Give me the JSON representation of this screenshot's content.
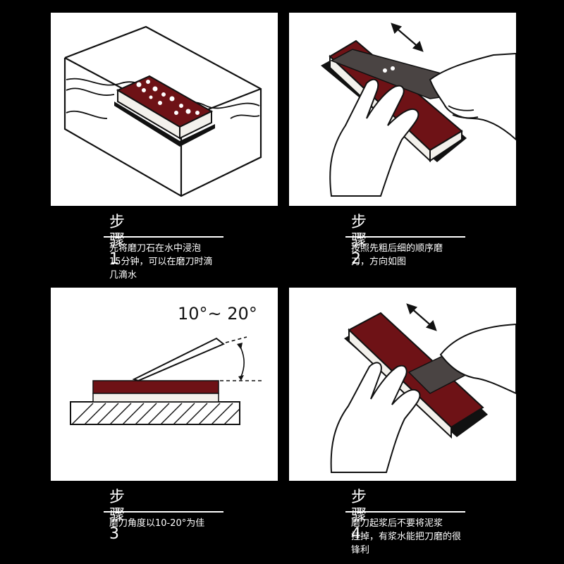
{
  "steps": [
    {
      "title": "步骤1",
      "lines": [
        "先将磨刀石在水中浸泡",
        "15分钟，可以在磨刀时滴",
        "几滴水"
      ]
    },
    {
      "title": "步骤2",
      "lines": [
        "按照先粗后细的顺序磨",
        "刀，方向如图"
      ]
    },
    {
      "title": "步骤3",
      "lines": [
        "磨刀角度以10-20°为佳"
      ]
    },
    {
      "title": "步骤4",
      "lines": [
        "磨刀起浆后不要将泥浆",
        "挂掉，有浆水能把刀磨的很",
        "锋利"
      ]
    }
  ],
  "angle_label": "10°~ 20°",
  "colors": {
    "stone": "#6e1216",
    "stone_light": "#f3f1ec",
    "background": "#000000"
  }
}
